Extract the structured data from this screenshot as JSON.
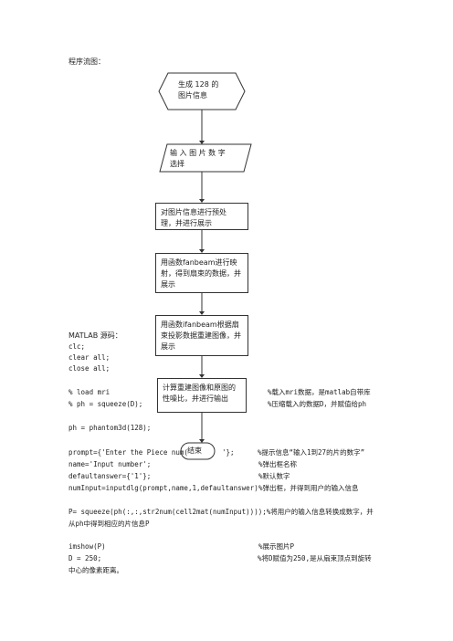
{
  "heading": "程序流图：",
  "flow": {
    "start": [
      "生成 128 的",
      "图片信息"
    ],
    "input": [
      "输 入 图 片 数 字",
      "选择"
    ],
    "step1": [
      "对图片信息进行预处",
      "理，并进行展示"
    ],
    "step2": [
      "用函数fanbeam进行映",
      "射，得到扇束的数据，并",
      "展示"
    ],
    "step3": [
      "用函数ifanbeam根据扇",
      "束投影数据重建图像，并",
      "展示"
    ],
    "step4": [
      "计算重建图像和原图的",
      "性噪比，并进行输出"
    ],
    "end": "结束"
  },
  "source_label": "MATLAB 源码：",
  "code": {
    "clc": "clc;",
    "clear": "clear all;",
    "close": "close all;",
    "load": "% load mri",
    "load_comment": "%载入mri数据，是matlab自带库",
    "squeeze": "% ph = squeeze(D);",
    "squeeze_comment": "%压缩载入的数据D，并赋值给ph",
    "phantom": "ph = phantom3d(128);",
    "prompt_a": "prompt={'Enter the Piece num(",
    "prompt_b": "'};",
    "prompt_comment": "%提示信息“输入1到27的片的数字”",
    "name": "name='Input number';",
    "name_comment": "%弹出框名称",
    "default": "defaultanswer={'1'};",
    "default_comment": "%默认数字",
    "numinput": "numInput=inputdlg(prompt,name,1,defaultanswer)",
    "numinput_comment": "%弹出框，并得到用户的输入信息",
    "p_line1": "P= squeeze(ph(:,:,str2num(cell2mat(numInput))));%将用户的输入信息转换成数字，并",
    "p_line2": "从ph中得到相应的片信息P",
    "imshow": "imshow(P)",
    "imshow_comment": "%展示图片P",
    "d_line1": "D = 250;",
    "d_comment": "%将D赋值为250,是从扇束顶点到旋转",
    "d_line2": "中心的像素距离。"
  }
}
